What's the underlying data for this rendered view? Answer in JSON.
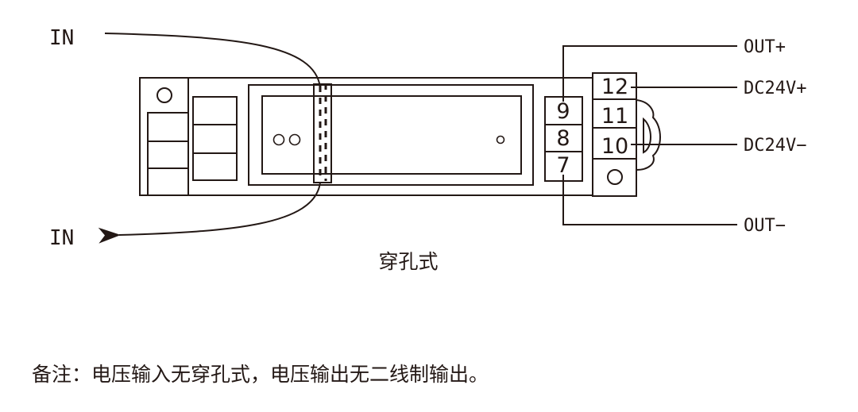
{
  "labels": {
    "in_top": "IN",
    "in_bottom": "IN",
    "out_plus": "OUT+",
    "dc_plus": "DC24V+",
    "dc_minus": "DC24V−",
    "out_minus": "OUT−"
  },
  "terminals": {
    "t9": "9",
    "t8": "8",
    "t7": "7",
    "t12": "12",
    "t11": "11",
    "t10": "10"
  },
  "caption": "穿孔式",
  "note": "备注：电压输入无穿孔式，电压输出无二线制输出。"
}
